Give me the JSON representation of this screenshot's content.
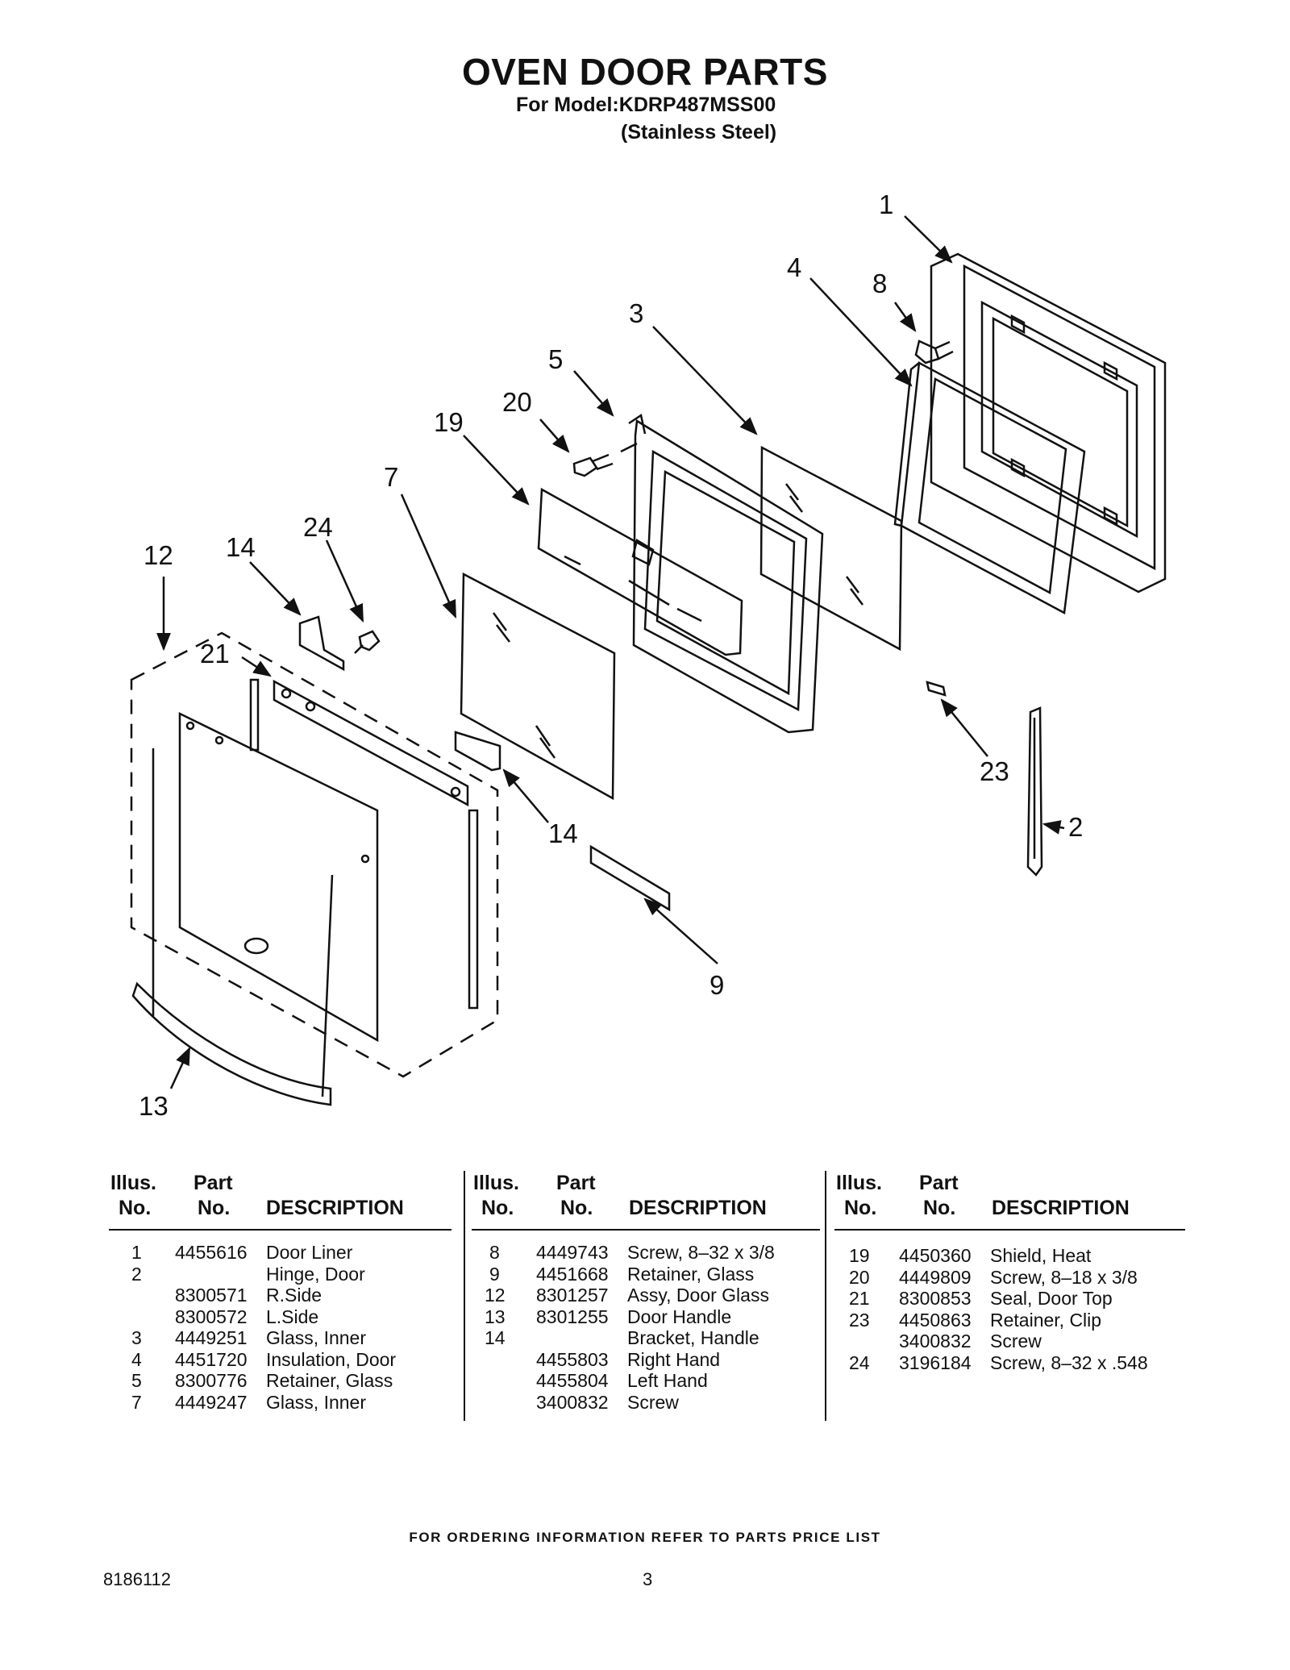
{
  "header": {
    "title": "OVEN DOOR PARTS",
    "model_line": "For Model:KDRP487MSS00",
    "finish_line": "(Stainless Steel)"
  },
  "diagram": {
    "callouts": [
      "1",
      "4",
      "8",
      "3",
      "5",
      "20",
      "19",
      "7",
      "12",
      "14",
      "24",
      "21",
      "14",
      "23",
      "2",
      "9",
      "13"
    ]
  },
  "parts_table": {
    "headers": {
      "illus_line1": "Illus.",
      "illus_line2": "No.",
      "part_line1": "Part",
      "part_line2": "No.",
      "description": "DESCRIPTION"
    },
    "columns": [
      [
        {
          "illus": "1",
          "part": "4455616",
          "desc": "Door Liner"
        },
        {
          "illus": "2",
          "part": "",
          "desc": "Hinge, Door"
        },
        {
          "illus": "",
          "part": "8300571",
          "desc": "R.Side"
        },
        {
          "illus": "",
          "part": "8300572",
          "desc": "L.Side"
        },
        {
          "illus": "3",
          "part": "4449251",
          "desc": "Glass, Inner"
        },
        {
          "illus": "4",
          "part": "4451720",
          "desc": "Insulation, Door"
        },
        {
          "illus": "5",
          "part": "8300776",
          "desc": "Retainer, Glass"
        },
        {
          "illus": "7",
          "part": "4449247",
          "desc": "Glass, Inner"
        }
      ],
      [
        {
          "illus": "8",
          "part": "4449743",
          "desc": "Screw, 8–32 x 3/8"
        },
        {
          "illus": "9",
          "part": "4451668",
          "desc": "Retainer, Glass"
        },
        {
          "illus": "12",
          "part": "8301257",
          "desc": "Assy, Door Glass"
        },
        {
          "illus": "13",
          "part": "8301255",
          "desc": "Door Handle"
        },
        {
          "illus": "14",
          "part": "",
          "desc": "Bracket, Handle"
        },
        {
          "illus": "",
          "part": "4455803",
          "desc": "Right Hand"
        },
        {
          "illus": "",
          "part": "4455804",
          "desc": "Left Hand"
        },
        {
          "illus": "",
          "part": "3400832",
          "desc": "Screw"
        }
      ],
      [
        {
          "illus": "19",
          "part": "4450360",
          "desc": "Shield, Heat"
        },
        {
          "illus": "20",
          "part": "4449809",
          "desc": "Screw, 8–18 x 3/8"
        },
        {
          "illus": "21",
          "part": "8300853",
          "desc": "Seal, Door Top"
        },
        {
          "illus": "23",
          "part": "4450863",
          "desc": "Retainer, Clip"
        },
        {
          "illus": "",
          "part": "3400832",
          "desc": "Screw"
        },
        {
          "illus": "24",
          "part": "3196184",
          "desc": "Screw, 8–32 x .548"
        }
      ]
    ]
  },
  "footer": {
    "note": "FOR ORDERING INFORMATION REFER TO PARTS PRICE LIST",
    "doc_number": "8186112",
    "page_number": "3"
  }
}
